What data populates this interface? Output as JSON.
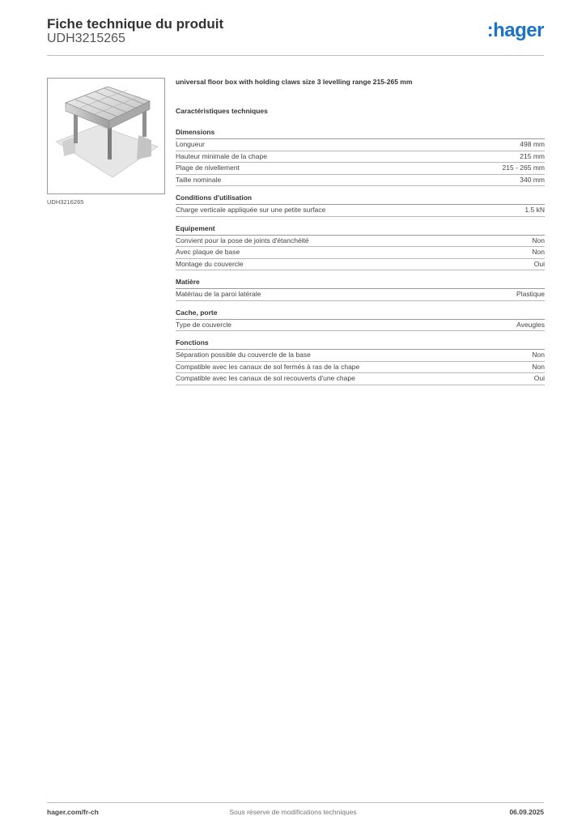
{
  "header": {
    "title": "Fiche technique du produit",
    "code": "UDH3215265",
    "logo": ":hager"
  },
  "image": {
    "caption": "UDH3216265",
    "icon": "floor-box-product-image"
  },
  "product": {
    "description": "universal floor box with holding claws size 3 levelling range 215-265 mm"
  },
  "tech_title": "Caractéristiques techniques",
  "sections": [
    {
      "title": "Dimensions",
      "rows": [
        {
          "label": "Longueur",
          "value": "498 mm"
        },
        {
          "label": "Hauteur minimale de la chape",
          "value": "215 mm"
        },
        {
          "label": "Plage de nivellement",
          "value": "215 - 265 mm"
        },
        {
          "label": "Taille nominale",
          "value": "340 mm"
        }
      ]
    },
    {
      "title": "Conditions d'utilisation",
      "rows": [
        {
          "label": "Charge verticale appliquée sur une petite surface",
          "value": "1.5 kN"
        }
      ]
    },
    {
      "title": "Equipement",
      "rows": [
        {
          "label": "Convient pour la pose de joints d'étanchéité",
          "value": "Non"
        },
        {
          "label": "Avec plaque de base",
          "value": "Non"
        },
        {
          "label": "Montage du couvercle",
          "value": "Oui"
        }
      ]
    },
    {
      "title": "Matière",
      "rows": [
        {
          "label": "Matériau de la paroi latérale",
          "value": "Plastique"
        }
      ]
    },
    {
      "title": "Cache, porte",
      "rows": [
        {
          "label": "Type de couvercle",
          "value": "Aveugles"
        }
      ]
    },
    {
      "title": "Fonctions",
      "rows": [
        {
          "label": "Séparation possible du couvercle de la base",
          "value": "Non"
        },
        {
          "label": "Compatible avec les canaux de sol fermés à ras de la chape",
          "value": "Non"
        },
        {
          "label": "Compatible avec les canaux de sol recouverts d'une chape",
          "value": "Oui"
        }
      ]
    }
  ],
  "footer": {
    "left": "hager.com/fr-ch",
    "center": "Sous réserve de modifications techniques",
    "right": "06.09.2025"
  },
  "colors": {
    "brand": "#1a73c8",
    "rule": "#bdbdbd"
  }
}
